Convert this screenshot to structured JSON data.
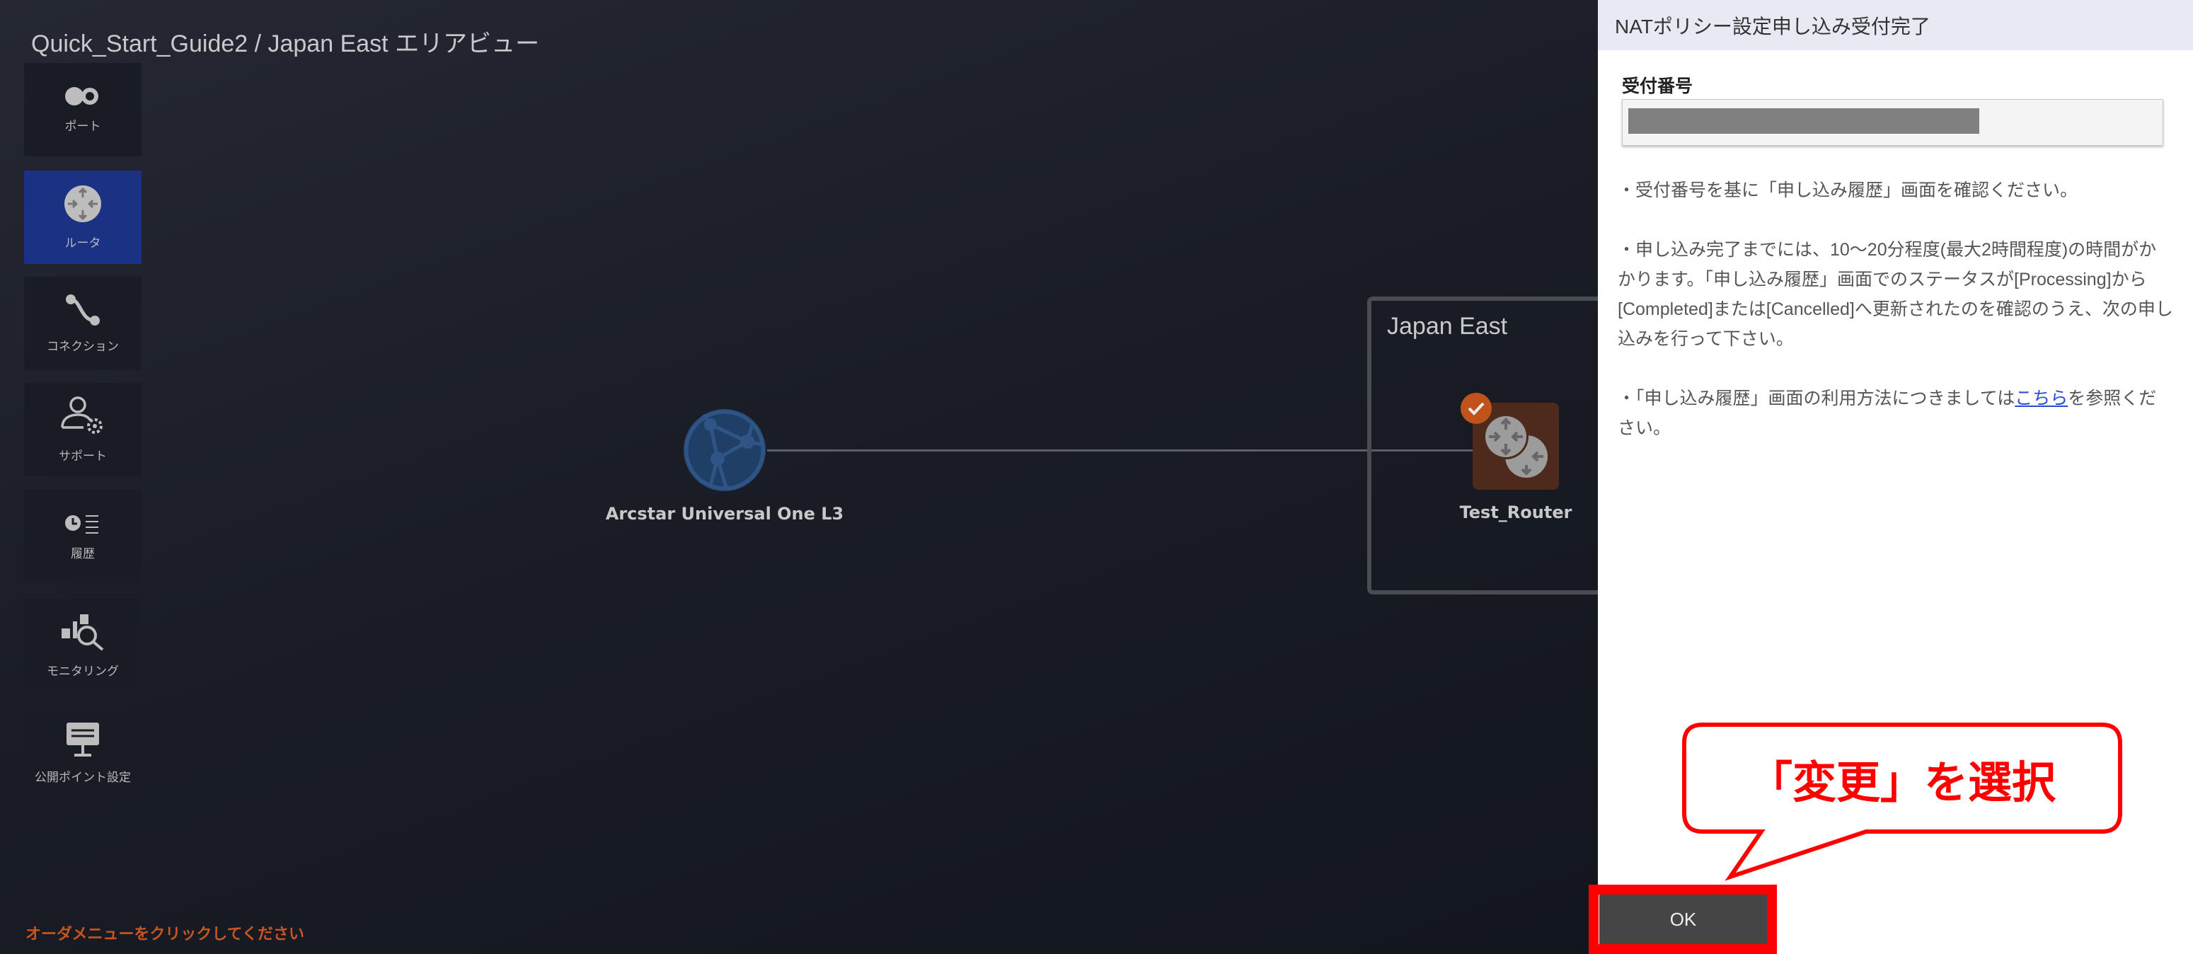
{
  "header": {
    "title": "Quick_Start_Guide2 / Japan East エリアビュー"
  },
  "sidebar": {
    "items": [
      {
        "label": "ポート",
        "icon": "port-icon"
      },
      {
        "label": "ルータ",
        "icon": "router-icon",
        "active": true
      },
      {
        "label": "コネクション",
        "icon": "connection-icon"
      },
      {
        "label": "サポート",
        "icon": "support-icon"
      },
      {
        "label": "履歴",
        "icon": "history-icon"
      },
      {
        "label": "モニタリング",
        "icon": "monitoring-icon"
      },
      {
        "label": "公開ポイント設定",
        "icon": "public-point-icon"
      }
    ]
  },
  "canvas": {
    "hint": "オーダメニューをクリックしてください",
    "network_node": {
      "label": "Arcstar Universal One L3"
    },
    "area": {
      "label": "Japan East"
    },
    "router_node": {
      "label": "Test_Router",
      "status": "check"
    }
  },
  "panel": {
    "title": "NATポリシー設定申し込み受付完了",
    "field_label": "受付番号",
    "para1": "・受付番号を基に「申し込み履歴」画面を確認ください。",
    "para2": "・申し込み完了までには、10〜20分程度(最大2時間程度)の時間がかかります。「申し込み履歴」画面でのステータスが[Processing]から[Completed]または[Cancelled]へ更新されたのを確認のうえ、次の申し込みを行って下さい。",
    "para3_before": "・「申し込み履歴」画面の利用方法につきましては",
    "para3_link": "こちら",
    "para3_after": "を参照ください。",
    "ok_label": "OK"
  },
  "annotation": {
    "callout_text": "「変更」を選択",
    "color": "#ff0000"
  },
  "colors": {
    "active": "#1b3184",
    "hint": "#c8541e",
    "badge": "#c0521b"
  }
}
